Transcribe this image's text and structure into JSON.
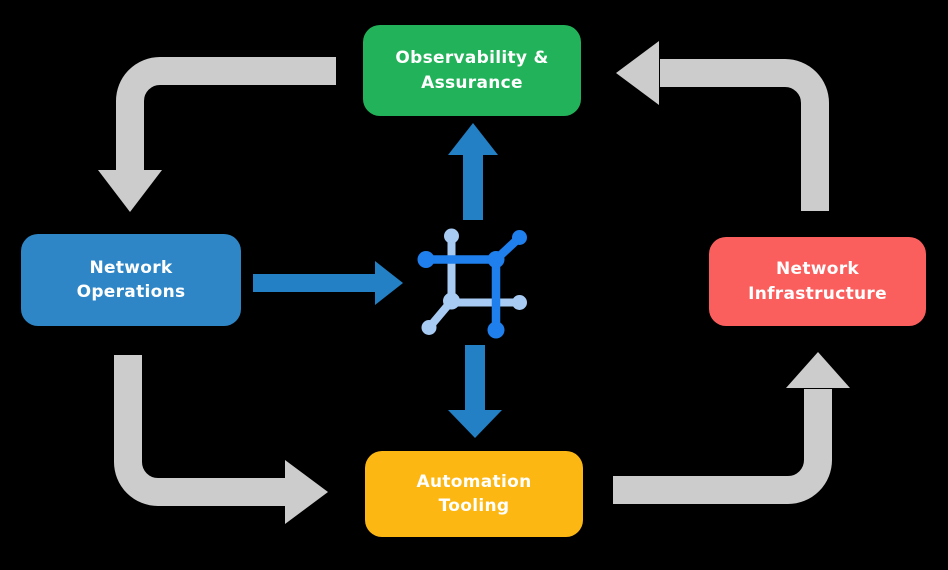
{
  "canvas": {
    "bg": "#000000"
  },
  "colors": {
    "green": "#22B259",
    "blue": "#2E86C6",
    "red": "#FB5F5D",
    "yellow": "#FCB713",
    "gray_arrow": "#CCCCCC",
    "blue_arrow": "#2380C4",
    "icon_dark_blue": "#1F7FEC",
    "icon_light_blue": "#A7CBF3",
    "label_text": "#FFFFFF"
  },
  "nodes": {
    "observability": {
      "lines": [
        "Observability &",
        "Assurance"
      ]
    },
    "network_operations": {
      "lines": [
        "Network",
        "Operations"
      ]
    },
    "network_infrastructure": {
      "lines": [
        "Network",
        "Infrastructure"
      ]
    },
    "automation_tooling": {
      "lines": [
        "Automation",
        "Tooling"
      ]
    }
  },
  "icons": {
    "center": "network-hub-icon"
  },
  "flows": [
    {
      "from": "observability-assurance",
      "to": "network-operations",
      "style": "gray-elbow"
    },
    {
      "from": "network-operations",
      "to": "automation-tooling",
      "style": "gray-elbow"
    },
    {
      "from": "automation-tooling",
      "to": "network-infrastructure",
      "style": "gray-elbow"
    },
    {
      "from": "network-infrastructure",
      "to": "observability-assurance",
      "style": "gray-elbow"
    },
    {
      "from": "network-operations",
      "to": "center-icon",
      "style": "blue-straight"
    },
    {
      "from": "center-icon",
      "to": "observability-assurance",
      "style": "blue-straight"
    },
    {
      "from": "center-icon",
      "to": "automation-tooling",
      "style": "blue-straight"
    }
  ]
}
